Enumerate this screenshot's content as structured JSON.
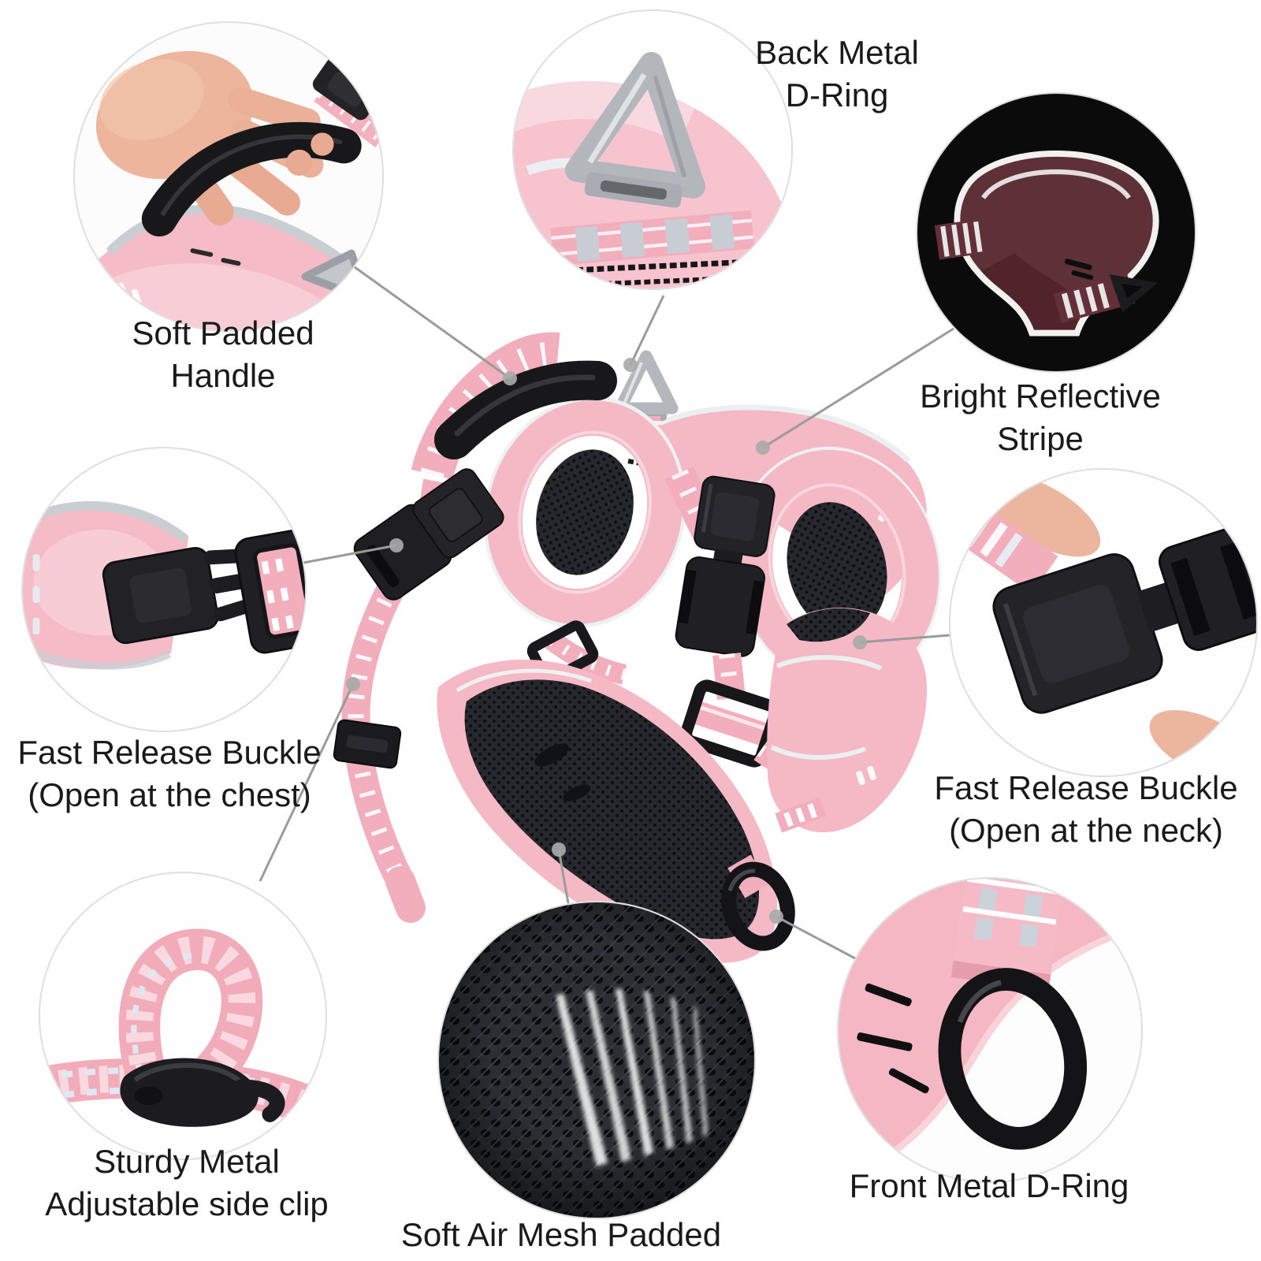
{
  "figure": {
    "kind": "product-feature-callout-diagram",
    "product": "reflective no-pull pet harness",
    "product_color_main": "pink",
    "product_color_alt": "maroon",
    "background": "#ffffff"
  },
  "colors": {
    "background": "#ffffff",
    "text_black": "#1a1a1a",
    "line_gray": "#9b9b9b",
    "dot_gray": "#a9a9a9",
    "pink_fabric": "#f4b9c5",
    "pink_webbing": "#f2aebc",
    "pink_light": "#f8ccd5",
    "piping_white": "#eceff2",
    "trim_gray": "#c9ced3",
    "reflective_gray": "#ccd2da",
    "plastic_black": "#1f1f24",
    "mesh_black": "#26282e",
    "metal_silver": "#b4b8bd",
    "maroon_fabric": "#5e3038",
    "skin_tone": "#ecb59d"
  },
  "callouts": [
    {
      "id": "soft-padded-handle",
      "lines": [
        "Soft Padded",
        "Handle"
      ]
    },
    {
      "id": "back-metal-d-ring",
      "lines": [
        "Back Metal",
        "D-Ring"
      ]
    },
    {
      "id": "bright-reflective-stripe",
      "lines": [
        "Bright Reflective",
        "Stripe"
      ]
    },
    {
      "id": "fast-release-buckle-chest",
      "lines": [
        "Fast Release Buckle",
        "(Open at the chest)"
      ]
    },
    {
      "id": "fast-release-buckle-neck",
      "lines": [
        "Fast Release Buckle",
        "(Open at the neck)"
      ]
    },
    {
      "id": "sturdy-metal-adjustable-side-clip",
      "lines": [
        "Sturdy Metal",
        "Adjustable side clip"
      ]
    },
    {
      "id": "soft-air-mesh-padded",
      "lines": [
        "Soft Air Mesh Padded"
      ]
    },
    {
      "id": "front-metal-d-ring",
      "lines": [
        "Front Metal D-Ring"
      ]
    }
  ]
}
